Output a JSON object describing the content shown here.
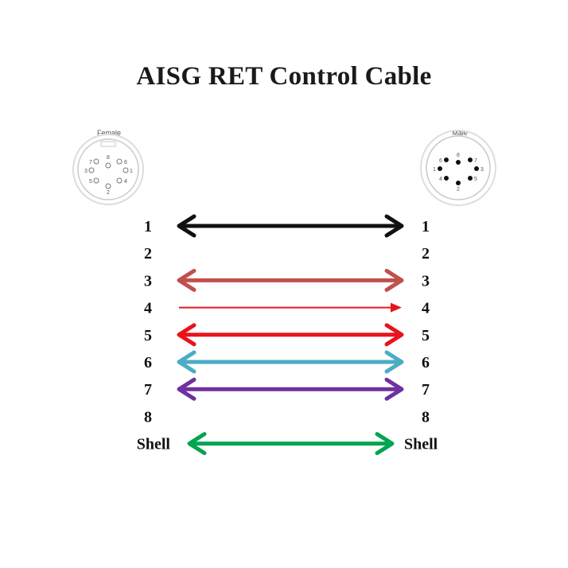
{
  "title": "AISG RET Control Cable",
  "female_connector": {
    "label": "Female",
    "pins": [
      "1",
      "2",
      "3",
      "4",
      "5",
      "6",
      "7",
      "8"
    ]
  },
  "male_connector": {
    "label": "Male",
    "pins": [
      "1",
      "2",
      "3",
      "4",
      "5",
      "6",
      "7",
      "8"
    ]
  },
  "connections": [
    {
      "left": "1",
      "right": "1",
      "wired": true,
      "color": "#111111",
      "style": "bidirectional"
    },
    {
      "left": "2",
      "right": "2",
      "wired": false
    },
    {
      "left": "3",
      "right": "3",
      "wired": true,
      "color": "#c0504d",
      "style": "bidirectional"
    },
    {
      "left": "4",
      "right": "4",
      "wired": true,
      "color": "#e8141c",
      "style": "one-way"
    },
    {
      "left": "5",
      "right": "5",
      "wired": true,
      "color": "#e8141c",
      "style": "bidirectional"
    },
    {
      "left": "6",
      "right": "6",
      "wired": true,
      "color": "#4bacc6",
      "style": "bidirectional"
    },
    {
      "left": "7",
      "right": "7",
      "wired": true,
      "color": "#7030a0",
      "style": "bidirectional"
    },
    {
      "left": "8",
      "right": "8",
      "wired": false
    },
    {
      "left": "Shell",
      "right": "Shell",
      "wired": true,
      "color": "#00a550",
      "style": "bidirectional"
    }
  ]
}
